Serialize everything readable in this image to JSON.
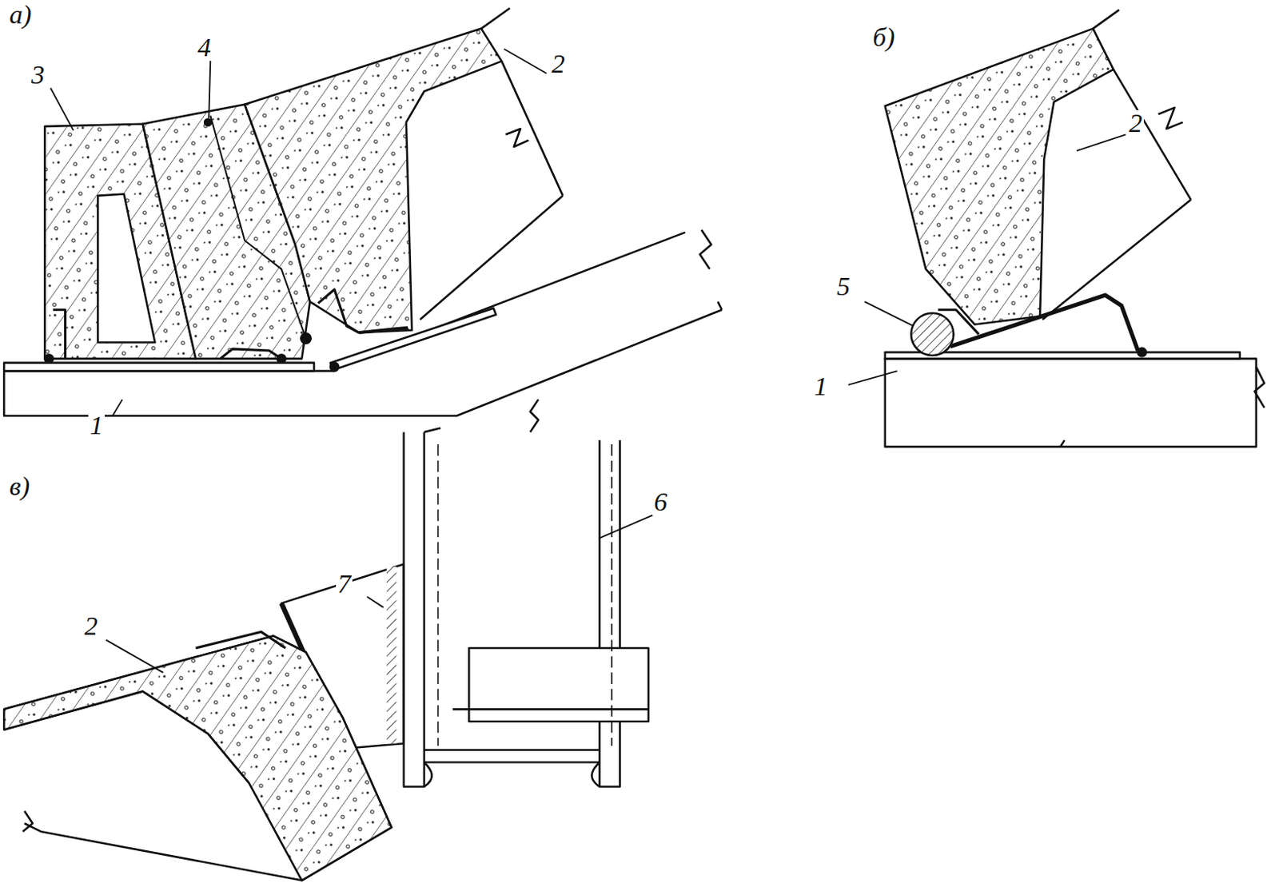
{
  "diagram": {
    "labels": [
      "а)",
      "3",
      "4",
      "2",
      "1",
      "б)",
      "2",
      "5",
      "1",
      "в)",
      "6",
      "7",
      "2"
    ]
  }
}
